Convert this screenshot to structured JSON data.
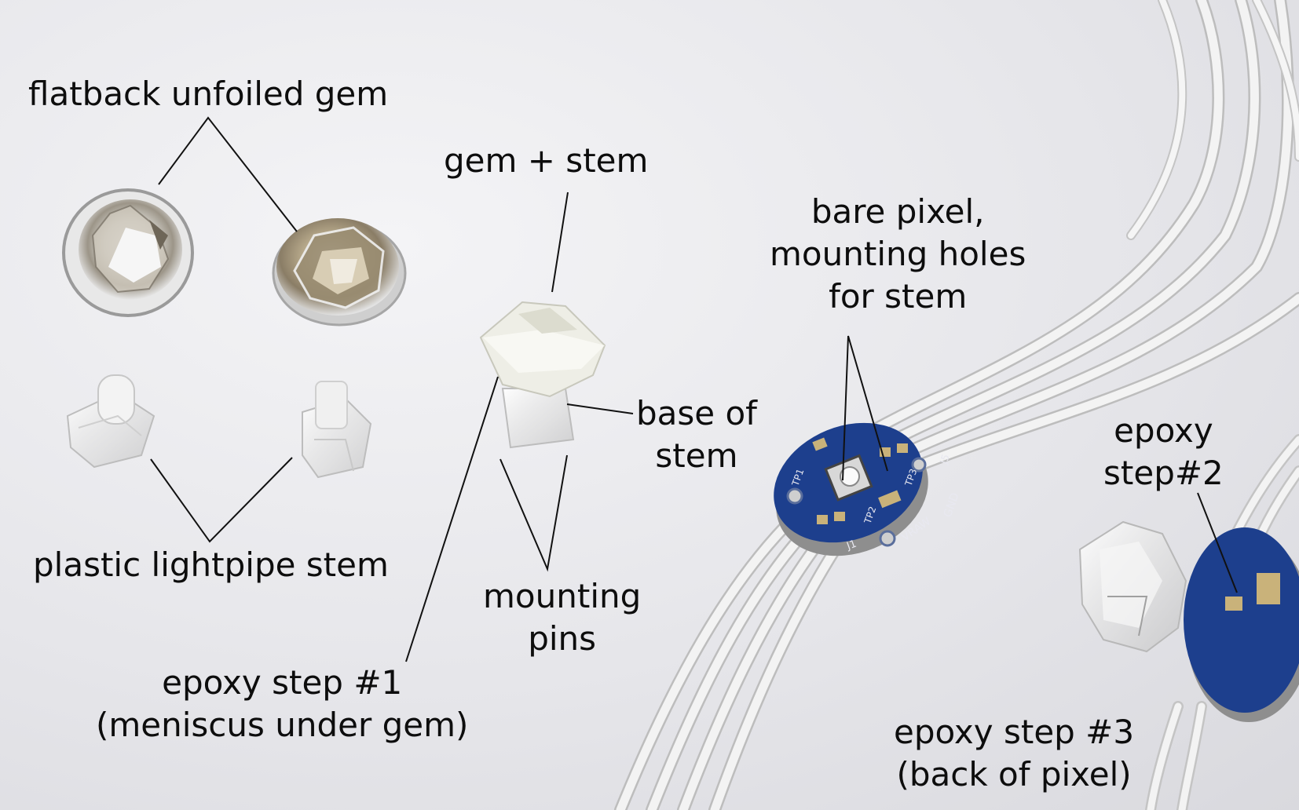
{
  "labels": {
    "flatback": "flatback unfoiled gem",
    "gem_stem": "gem + stem",
    "bare_pixel": [
      "bare pixel,",
      "mounting holes",
      "for stem"
    ],
    "base_stem": [
      "base of",
      "stem"
    ],
    "epoxy2": [
      "epoxy",
      "step#2"
    ],
    "lightpipe": "plastic lightpipe stem",
    "pins": [
      "mounting",
      "pins"
    ],
    "epoxy1": [
      "epoxy step #1",
      "(meniscus under gem)"
    ],
    "epoxy3": [
      "epoxy step #3",
      "(back of pixel)"
    ]
  },
  "pcb_text": {
    "vraw": "VRAW",
    "gnd": "GND",
    "j1": "J1",
    "j5": "J5",
    "tp1": "TP1",
    "tp2": "TP2",
    "tp3": "TP3"
  },
  "colors": {
    "background": "#e8e8ec",
    "pcb_blue": "#1a3f8f",
    "pad_gold": "#c9b27a",
    "wire": "#f2f2f2",
    "label_text": "#0d0d0d"
  }
}
